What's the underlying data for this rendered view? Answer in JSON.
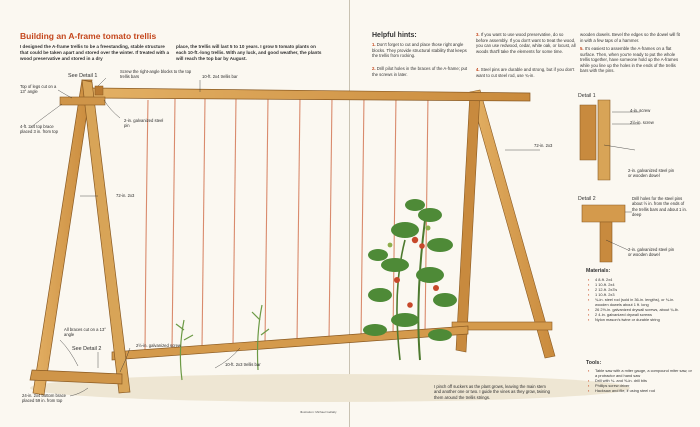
{
  "title": "Building an A-frame tomato trellis",
  "intro_col1": "I designed the A-frame trellis to be a freestanding, stable structure that could be taken apart and stored over the winter. If treated with a wood preservative and stored in a dry",
  "intro_col2": "place, the trellis will last 5 to 10 years. I grow 5 tomato plants on each 10-ft.-long trellis. With any luck, and good weather, the plants will reach the top bar by August.",
  "callouts": {
    "see_detail_1": "See Detail 1",
    "screw_blocks": "Screw the right-angle blocks to the top trellis bars",
    "bar_top": "10-ft. 2x4 trellis bar",
    "top_legs": "Top of legs cut on a 13° angle",
    "top_brace": "4-ft. 2x4 top brace placed 3 in. from top",
    "pin_top": "2-in. galvanized steel pin",
    "leg_left": "72-in. 2x3",
    "leg_right": "72-in. 2x3",
    "bottom_angle": "All braces cut on a 13° angle",
    "see_detail_2": "See Detail 2",
    "bottom_brace": "24-in. 2x4 bottom brace placed 59 in. from top",
    "screw_bottom": "2½-in. galvanized screw",
    "bar_bottom": "10-ft. 2x3 trellis bar",
    "pinch": "I pinch off suckers as the plant grows, leaving the main stem and another one or two. I guide the vines as they grow, twining them around the trellis strings.",
    "credit": "Illustration: Michael Gellatly"
  },
  "hints": {
    "title": "Helpful hints:",
    "items": [
      {
        "n": "1.",
        "text": "Don't forget to cut and place those right angle blocks. They provide structural stability that keeps the trellis from rocking."
      },
      {
        "n": "2.",
        "text": "Drill pilot holes in the braces of the A-frame; put the screws in later."
      },
      {
        "n": "3.",
        "text": "If you want to use wood preservative, do so before assembly. If you don't want to treat the wood, you can use redwood, cedar, white oak, or locust, all woods that'll take the elements for some time."
      },
      {
        "n": "4.",
        "text": "Steel pins are durable and strong, but if you don't want to cut steel rod, use ¾-in."
      },
      {
        "n": "",
        "text": "wooden dowels. Bevel the edges so the dowel will fit in with a few taps of a hammer."
      },
      {
        "n": "5.",
        "text": "It's easiest to assemble the A-frames on a flat surface. Then, when you're ready to put the whole trellis together, have someone hold up the A-frames while you line up the holes in the ends of the trellis bars with the pins."
      }
    ]
  },
  "detail1": {
    "title": "Detail 1",
    "screw_a": "4-in. screw",
    "screw_b": "2½-in. screw",
    "pin": "2-in. galvanized steel pin or wooden dowel"
  },
  "detail2": {
    "title": "Detail 2",
    "holes": "Drill holes for the steel pins about ½ in. from the ends of the trellis bars and about 1 in. deep",
    "pin": "2-in. galvanized steel pin or wooden dowel"
  },
  "materials": {
    "title": "Materials:",
    "items": [
      {
        "q": "4",
        "t": "8-ft. 2x4"
      },
      {
        "q": "1",
        "t": "10-ft. 2x4"
      },
      {
        "q": "2",
        "t": "12-ft. 2x3's"
      },
      {
        "q": "1",
        "t": "10-ft. 2x3"
      },
      {
        "q": "",
        "t": "¾-in. steel rod (sold in 36-in. lengths), or ¾-in. wooden dowels about 1 ft. long"
      },
      {
        "q": "26",
        "t": "2½-in. galvanized drywall screws, about ¾-lb."
      },
      {
        "q": "2",
        "t": "4-in. galvanized drywall screws"
      },
      {
        "q": "",
        "t": "Nylon mason's twine or durable string"
      }
    ]
  },
  "tools": {
    "title": "Tools:",
    "items": [
      "Table saw with a miter gauge, a compound miter saw, or a protractor and hand saw",
      "Drill with ¾- and ⅝-in. drill bits",
      "Phillips screw driver",
      "Hacksaw and file, if using steel rod"
    ]
  },
  "colors": {
    "accent": "#c4461c",
    "wood": "#d9a04f",
    "wood_dark": "#a8702e",
    "string": "#d98a6c",
    "leaf": "#4e8a37"
  }
}
